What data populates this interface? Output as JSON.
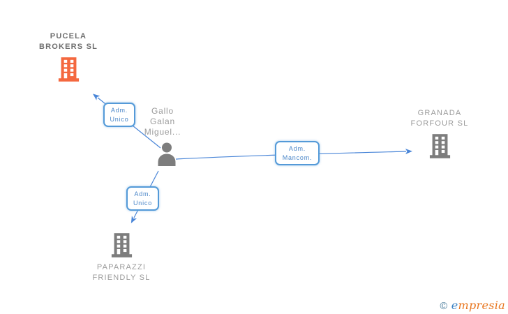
{
  "diagram": {
    "person": {
      "name_lines": [
        "Gallo",
        "Galan",
        "Miguel..."
      ]
    },
    "companies": [
      {
        "name_line1": "PUCELA",
        "name_line2": "BROKERS SL",
        "highlighted": true
      },
      {
        "name_line1": "GRANADA",
        "name_line2": "FORFOUR SL",
        "highlighted": false
      },
      {
        "name_line1": "PAPARAZZI",
        "name_line2": "FRIENDLY SL",
        "highlighted": false
      }
    ],
    "edge_labels": [
      {
        "line1": "Adm.",
        "line2": "Unico"
      },
      {
        "line1": "Adm.",
        "line2": "Mancom."
      },
      {
        "line1": "Adm.",
        "line2": "Unico"
      }
    ],
    "colors": {
      "highlight_orange": "#F4683F",
      "icon_gray": "#7D7D7D",
      "edge_blue": "#4A86D8",
      "label_text_blue": "#4A86C8",
      "label_border_blue": "#549AD8"
    }
  },
  "footer": {
    "copyright_symbol": "©",
    "brand_initial": "e",
    "brand_rest": "mpresia"
  }
}
